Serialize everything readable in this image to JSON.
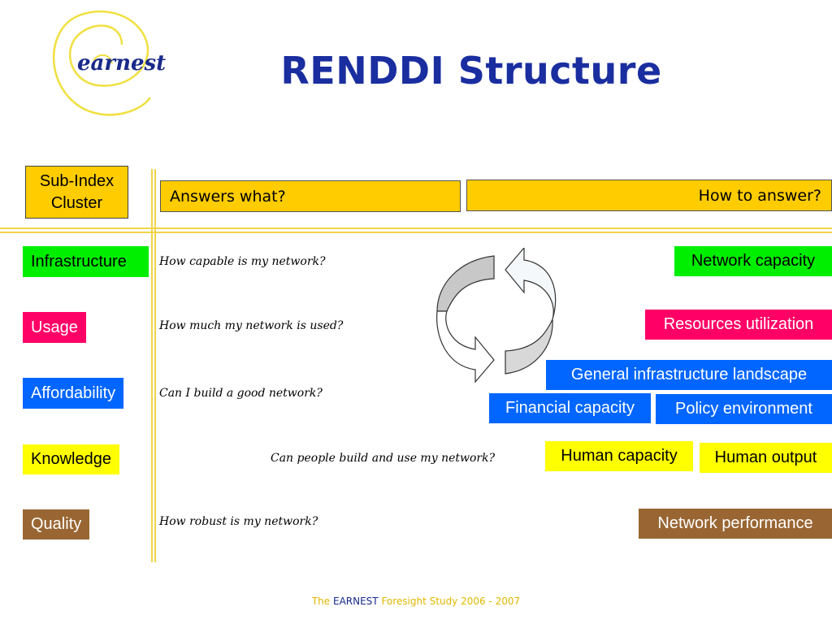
{
  "logo": {
    "text": "earnest"
  },
  "title": "RENDDI Structure",
  "headers": {
    "cluster": [
      "Sub-Index",
      "Cluster"
    ],
    "answers_what": "Answers what?",
    "how_to_answer": "How to answer?"
  },
  "rows": [
    {
      "category": "Infrastructure",
      "question": "How capable is my network?",
      "color": "#00ee00",
      "text_color": "#000000"
    },
    {
      "category": "Usage",
      "question": "How much my network is used?",
      "color": "#ff0066",
      "text_color": "#ffffff"
    },
    {
      "category": "Affordability",
      "question": "Can I build a good network?",
      "color": "#0066ff",
      "text_color": "#ffffff"
    },
    {
      "category": "Knowledge",
      "question": "Can people build and use my network?",
      "color": "#ffff00",
      "text_color": "#000000"
    },
    {
      "category": "Quality",
      "question": "How robust is my network?",
      "color": "#996633",
      "text_color": "#ffffff"
    }
  ],
  "answers": {
    "network_capacity": "Network capacity",
    "resources_utilization": "Resources utilization",
    "general_infrastructure_landscape": "General infrastructure landscape",
    "financial_capacity": "Financial capacity",
    "policy_environment": "Policy environment",
    "human_capacity": "Human capacity",
    "human_output": "Human output",
    "network_performance": "Network performance"
  },
  "colors": {
    "header_fill": "#ffcc00",
    "divider": "#f2d34a",
    "title": "#1a2ea0",
    "green": "#00ee00",
    "pink": "#ff0066",
    "blue": "#0066ff",
    "yellow": "#ffff00",
    "brown": "#996633"
  },
  "icons": {
    "cycle": "cycle-arrows-icon",
    "logo_spiral": "spiral-logo-icon"
  },
  "footer": {
    "prefix": "The ",
    "brand": "EARNEST",
    "suffix": " Foresight Study 2006 - 2007"
  }
}
